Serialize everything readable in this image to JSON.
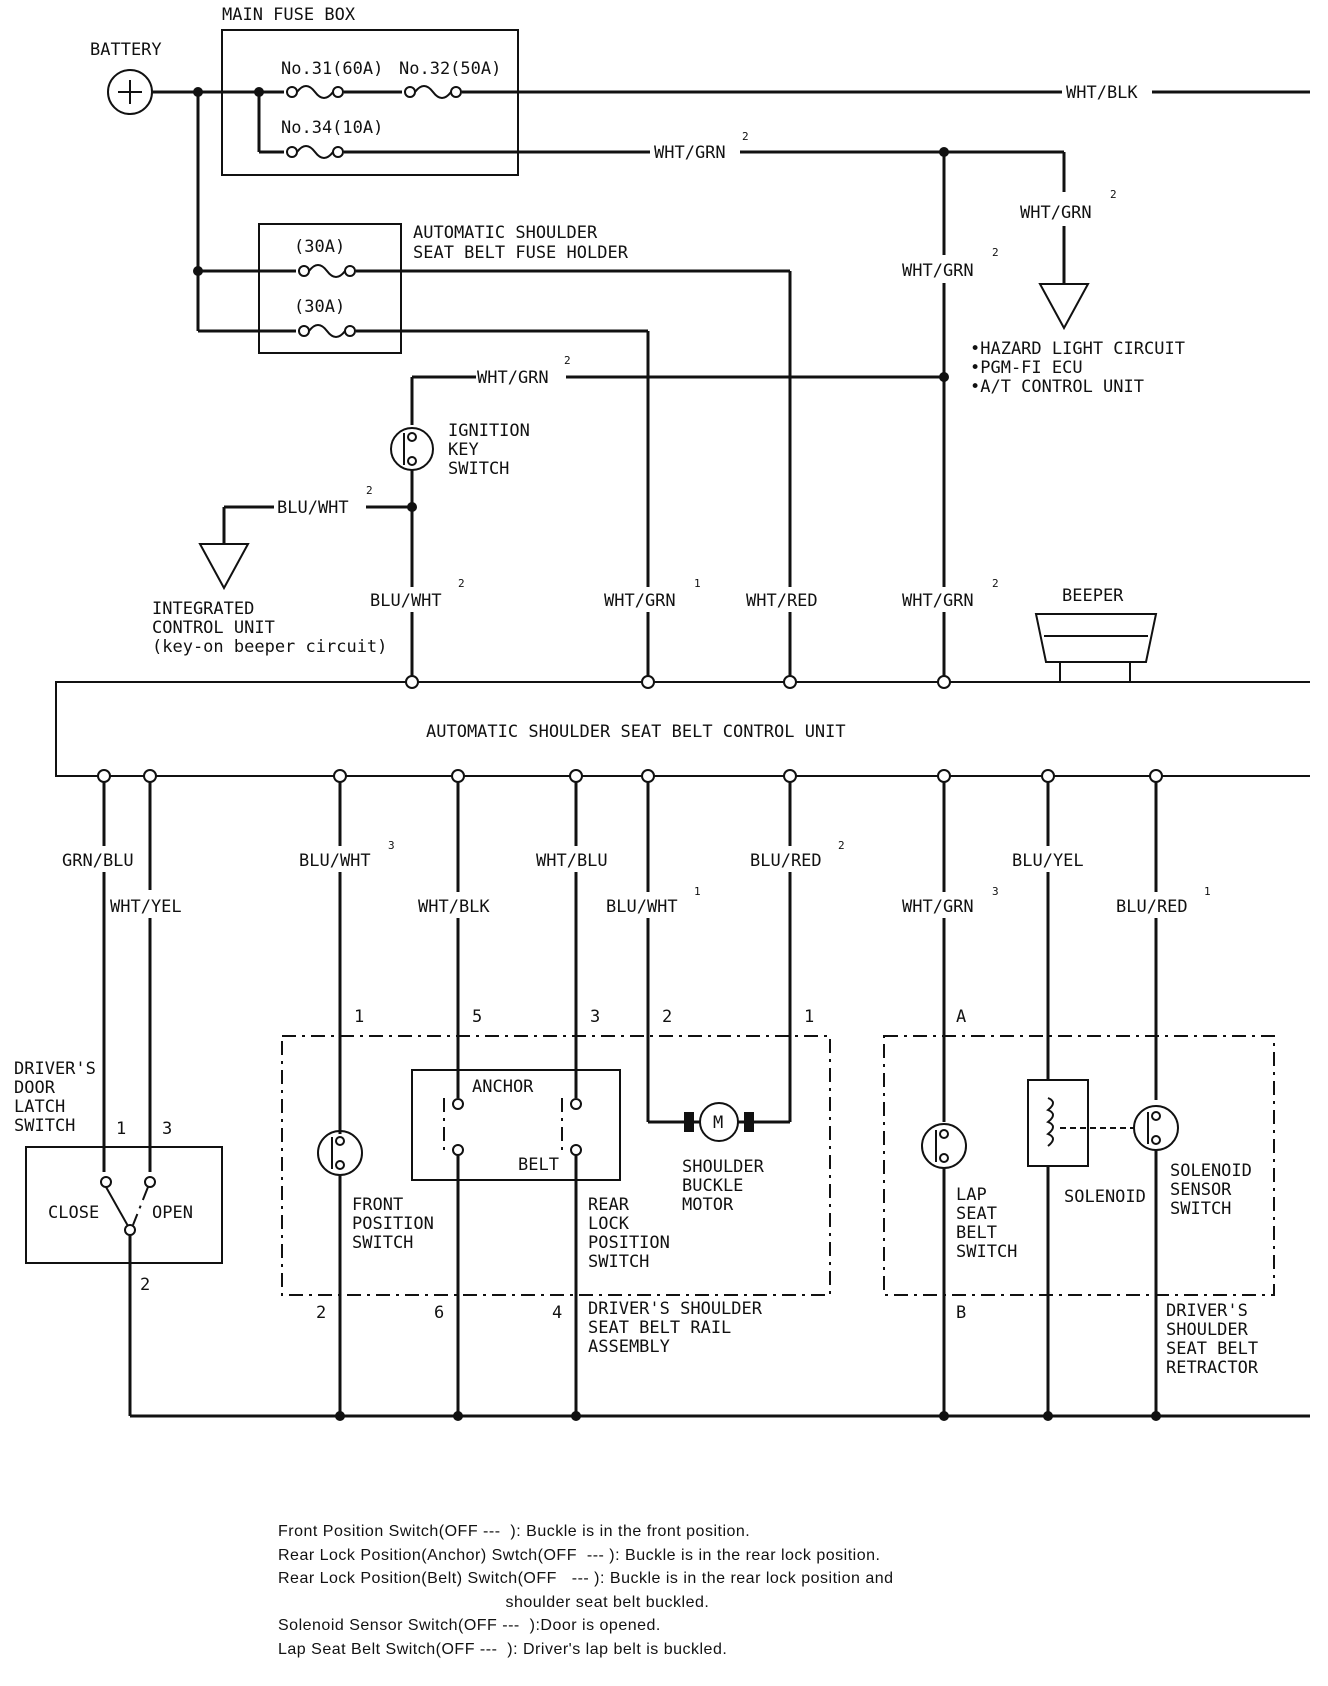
{
  "labels": {
    "main_fuse_box": "MAIN FUSE BOX",
    "battery": "BATTERY",
    "fuse31": "No.31(60A)",
    "fuse32": "No.32(50A)",
    "fuse34": "No.34(10A)",
    "asb_fuse_holder_1": "AUTOMATIC SHOULDER",
    "asb_fuse_holder_2": "SEAT BELT FUSE HOLDER",
    "fuse_30a": "(30A)",
    "ignition_1": "IGNITION",
    "ignition_2": "KEY",
    "ignition_3": "SWITCH",
    "icu_1": "INTEGRATED",
    "icu_2": "CONTROL UNIT",
    "icu_3": "(key-on beeper circuit)",
    "hazard": "•HAZARD LIGHT CIRCUIT",
    "pgm": "•PGM-FI ECU",
    "at": "•A/T CONTROL UNIT",
    "beeper": "BEEPER",
    "control_unit": "AUTOMATIC SHOULDER SEAT BELT CONTROL UNIT",
    "door_1": "DRIVER'S",
    "door_2": "DOOR",
    "door_3": "LATCH",
    "door_4": "SWITCH",
    "close": "CLOSE",
    "open": "OPEN",
    "anchor": "ANCHOR",
    "belt": "BELT",
    "front_1": "FRONT",
    "front_2": "POSITION",
    "front_3": "SWITCH",
    "rear_1": "REAR",
    "rear_2": "LOCK",
    "rear_3": "POSITION",
    "rear_4": "SWITCH",
    "motor_symbol": "M",
    "motor_1": "SHOULDER",
    "motor_2": "BUCKLE",
    "motor_3": "MOTOR",
    "rail_1": "DRIVER'S SHOULDER",
    "rail_2": "SEAT BELT RAIL",
    "rail_3": "ASSEMBLY",
    "lap_1": "LAP",
    "lap_2": "SEAT",
    "lap_3": "BELT",
    "lap_4": "SWITCH",
    "solenoid": "SOLENOID",
    "sss_1": "SOLENOID",
    "sss_2": "SENSOR",
    "sss_3": "SWITCH",
    "retr_1": "DRIVER'S",
    "retr_2": "SHOULDER",
    "retr_3": "SEAT BELT",
    "retr_4": "RETRACTOR"
  },
  "wires": {
    "wht_blk": "WHT/BLK",
    "wht_grn": "WHT/GRN",
    "blu_wht": "BLU/WHT",
    "wht_red": "WHT/RED",
    "grn_blu": "GRN/BLU",
    "wht_yel": "WHT/YEL",
    "wht_blu": "WHT/BLU",
    "blu_red": "BLU/RED",
    "blu_yel": "BLU/YEL"
  },
  "superscripts": {
    "s1": "1",
    "s2": "2",
    "s3": "3"
  },
  "pins": {
    "p1": "1",
    "p2": "2",
    "p3": "3",
    "p4": "4",
    "p5": "5",
    "p6": "6",
    "pa": "A",
    "pb": "B"
  },
  "notes": [
    "Front Position Switch(OFF ---  ): Buckle is in the front position.",
    "Rear Lock Position(Anchor) Swtch(OFF  --- ): Buckle is in the rear lock position.",
    "Rear Lock Position(Belt) Switch(OFF   --- ): Buckle is in the rear lock position and",
    "                                              shoulder seat belt buckled.",
    "Solenoid Sensor Switch(OFF ---  ):Door is opened.",
    "Lap Seat Belt Switch(OFF ---  ): Driver's lap belt is buckled."
  ]
}
